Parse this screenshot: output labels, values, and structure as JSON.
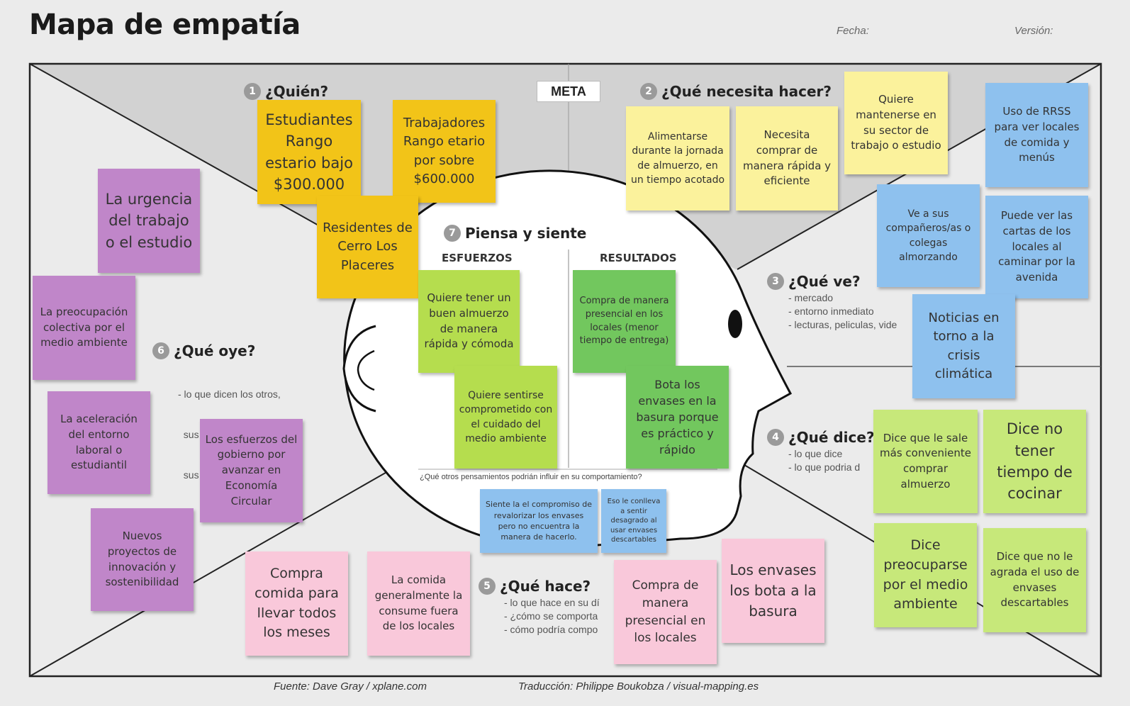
{
  "header": {
    "title": "Mapa de empatía",
    "date_label": "Fecha:",
    "version_label": "Versión:"
  },
  "meta_label": "META",
  "sections": {
    "quien": {
      "num": "1",
      "title": "¿Quién?"
    },
    "necesita": {
      "num": "2",
      "title": "¿Qué necesita hacer?"
    },
    "ve": {
      "num": "3",
      "title": "¿Qué ve?",
      "items": [
        "- mercado",
        "- entorno inmediato",
        "- lecturas, peliculas, vide"
      ]
    },
    "dice": {
      "num": "4",
      "title": "¿Qué dice?",
      "items": [
        "- lo que dice",
        "- lo que podria d"
      ]
    },
    "hace": {
      "num": "5",
      "title": "¿Qué hace?",
      "items": [
        "- lo que hace en su dí",
        "- ¿cómo se comporta",
        "- cómo podría compo"
      ]
    },
    "oye": {
      "num": "6",
      "title": "¿Qué oye?",
      "items": [
        "- lo que dicen los otros,",
        "  sus amigos,",
        "  sus compañeros de trabajo"
      ]
    },
    "piensa": {
      "num": "7",
      "title": "Piensa y siente",
      "efforts": "ESFUERZOS",
      "results": "RESULTADOS",
      "question": "¿Qué otros pensamientos podrián influir en su comportamiento?"
    }
  },
  "notes": [
    {
      "id": "estudiantes",
      "text": "Estudiantes Rango estario bajo $300.000",
      "color": "y1"
    },
    {
      "id": "trabajadores",
      "text": "Trabajadores Rango etario por sobre $600.000",
      "color": "y1"
    },
    {
      "id": "residentes",
      "text": "Residentes de Cerro Los Placeres",
      "color": "y1"
    },
    {
      "id": "alimentarse",
      "text": "Alimentarse durante la jornada de almuerzo, en un tiempo acotado",
      "color": "y2"
    },
    {
      "id": "necesita-comprar",
      "text": "Necesita comprar de manera rápida y eficiente",
      "color": "y2"
    },
    {
      "id": "mantenerse",
      "text": "Quiere mantenerse en su sector de trabajo o estudio",
      "color": "y2"
    },
    {
      "id": "rrss",
      "text": "Uso de RRSS para ver locales de comida y menús",
      "color": "bl"
    },
    {
      "id": "companeros",
      "text": "Ve a sus compañeros/as o colegas almorzando",
      "color": "bl"
    },
    {
      "id": "cartas",
      "text": "Puede ver las cartas de los locales al caminar por la avenida",
      "color": "bl"
    },
    {
      "id": "noticias",
      "text": "Noticias en torno a la crisis climática",
      "color": "bl"
    },
    {
      "id": "urgencia",
      "text": "La urgencia del trabajo o el estudio",
      "color": "pu"
    },
    {
      "id": "preocupacion",
      "text": "La preocupación colectiva por el medio ambiente",
      "color": "pu"
    },
    {
      "id": "aceleracion",
      "text": "La aceleración del entorno laboral o estudiantil",
      "color": "pu"
    },
    {
      "id": "gobierno",
      "text": "Los esfuerzos del gobierno por avanzar en Economía Circular",
      "color": "pu"
    },
    {
      "id": "nuevos",
      "text": "Nuevos proyectos de innovación y sostenibilidad",
      "color": "pu"
    },
    {
      "id": "almuerzo",
      "text": "Quiere tener un buen almuerzo de manera rápida y cómoda",
      "color": "g1"
    },
    {
      "id": "comprometido",
      "text": "Quiere sentirse comprometido con el cuidado del medio ambiente",
      "color": "g1"
    },
    {
      "id": "presencial",
      "text": "Compra de manera presencial en los locales (menor tiempo de entrega)",
      "color": "g2"
    },
    {
      "id": "bota-envases",
      "text": "Bota los envases en la basura porque es práctico y rápido",
      "color": "g2"
    },
    {
      "id": "siente",
      "text": "Siente la el compromiso de revalorizar los envases pero no encuentra la manera de hacerlo.",
      "color": "bl"
    },
    {
      "id": "desagrado",
      "text": "Eso le conlleva a sentir desagrado al usar envases descartables",
      "color": "bl"
    },
    {
      "id": "dice-conveniente",
      "text": "Dice que le sale más conveniente comprar almuerzo",
      "color": "g3"
    },
    {
      "id": "no-tiempo",
      "text": "Dice no tener tiempo de cocinar",
      "color": "g3"
    },
    {
      "id": "preocuparse",
      "text": "Dice preocuparse por el medio ambiente",
      "color": "g3"
    },
    {
      "id": "no-agrada",
      "text": "Dice que no le agrada el uso de envases descartables",
      "color": "g3"
    },
    {
      "id": "compra-llevar",
      "text": "Compra comida para llevar todos los meses",
      "color": "pk"
    },
    {
      "id": "fuera-locales",
      "text": "La comida generalmente la consume fuera de los locales",
      "color": "pk"
    },
    {
      "id": "compra-presencial",
      "text": "Compra de manera presencial en los locales",
      "color": "pk"
    },
    {
      "id": "envases-basura",
      "text": "Los envases los bota a la basura",
      "color": "pk"
    }
  ],
  "footer": {
    "source": "Fuente: Dave Gray / xplane.com",
    "translation": "Traducción: Philippe Boukobza / visual-mapping.es"
  }
}
